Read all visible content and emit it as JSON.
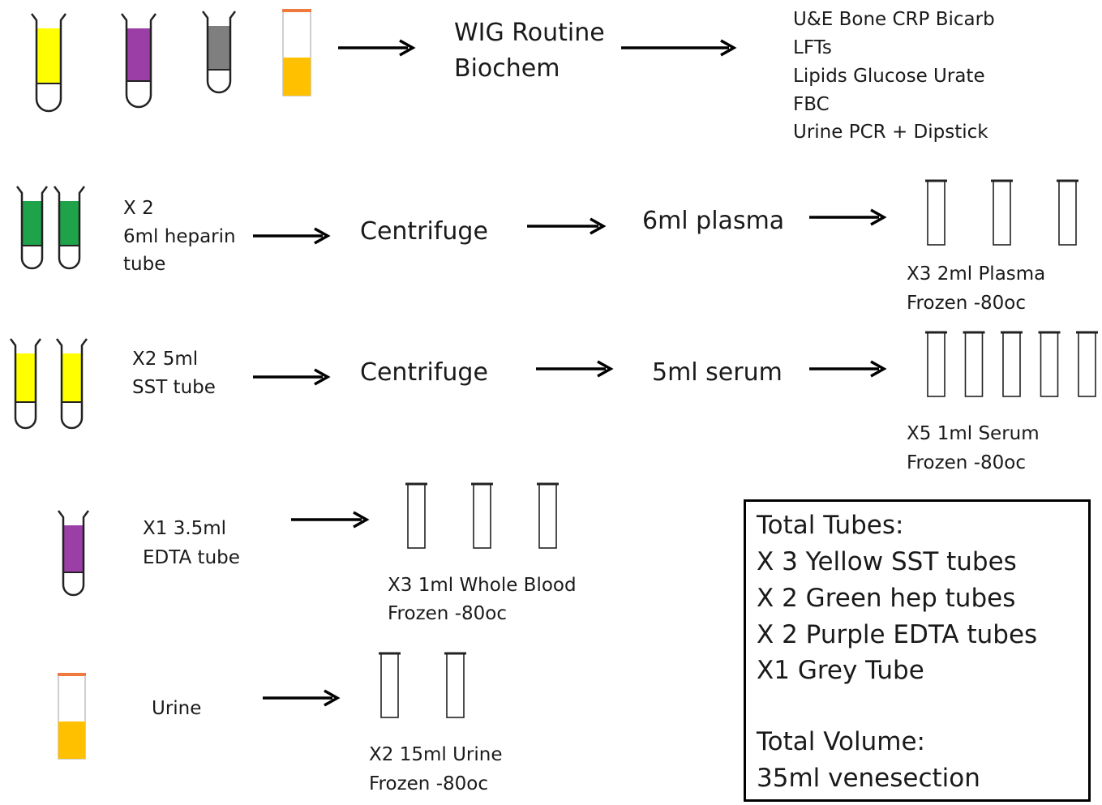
{
  "colors": {
    "yellow": "#ffff00",
    "purple": "#9b3fa6",
    "grey": "#7f7f7f",
    "green": "#1fa34a",
    "urine": "#ffc000",
    "cap": "#f07a3c",
    "outline": "#222222",
    "arrow": "#000000"
  },
  "icons": {
    "collection_tube": "blood-collection-tube-icon",
    "aliquot_tube": "aliquot-tube-icon",
    "urine_container": "urine-container-icon",
    "arrow": "arrow-right-icon"
  },
  "routine": {
    "label_line1": "WIG Routine",
    "label_line2": "Biochem",
    "tests": [
      "U&E Bone CRP Bicarb",
      "LFTs",
      "Lipids Glucose Urate",
      "FBC",
      "Urine PCR + Dipstick"
    ]
  },
  "heparin": {
    "label_line1": "X 2",
    "label_line2": "6ml heparin",
    "label_line3": "tube",
    "step": "Centrifuge",
    "product": "6ml plasma",
    "aliquot_count": 3,
    "result_line1": "X3 2ml Plasma",
    "result_line2": "Frozen -80oc"
  },
  "sst": {
    "label_line1": "X2 5ml",
    "label_line2": "SST tube",
    "step": "Centrifuge",
    "product": "5ml serum",
    "aliquot_count": 5,
    "result_line1": "X5 1ml Serum",
    "result_line2": "Frozen -80oc"
  },
  "edta": {
    "label_line1": "X1 3.5ml",
    "label_line2": "EDTA tube",
    "aliquot_count": 3,
    "result_line1": "X3 1ml Whole Blood",
    "result_line2": "Frozen -80oc"
  },
  "urine": {
    "label": "Urine",
    "aliquot_count": 2,
    "result_line1": "X2 15ml Urine",
    "result_line2": "Frozen -80oc"
  },
  "totals": {
    "heading": "Total Tubes:",
    "lines": [
      "X 3 Yellow SST tubes",
      "X 2 Green hep tubes",
      "X 2 Purple EDTA tubes",
      "X1 Grey Tube"
    ],
    "volume_heading": "Total Volume:",
    "volume_value": "35ml venesection"
  }
}
